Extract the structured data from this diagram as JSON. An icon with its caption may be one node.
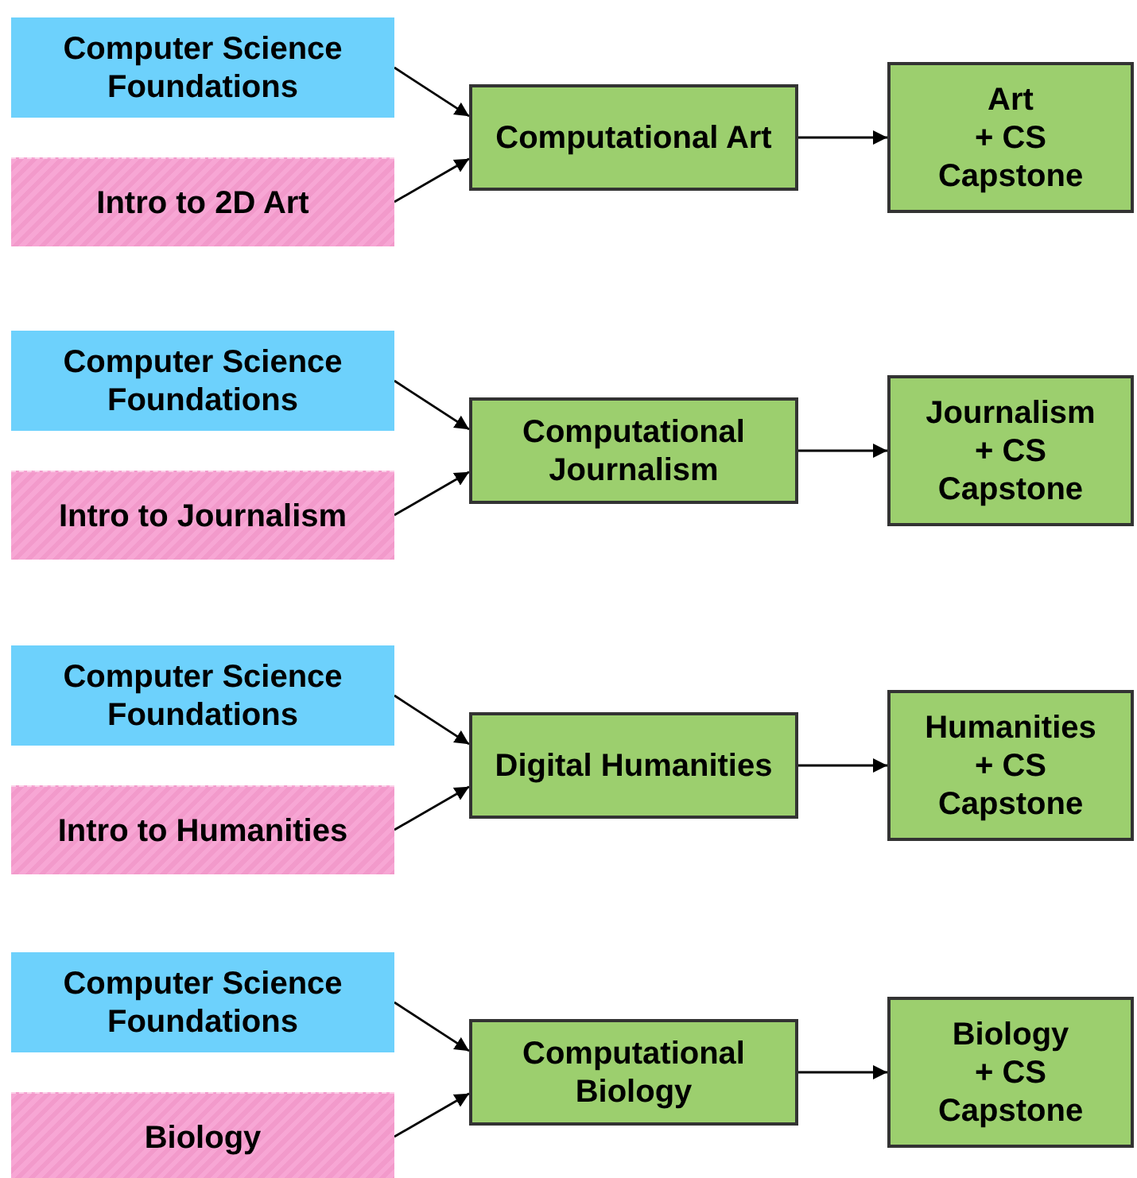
{
  "diagram": {
    "nodes": [
      {
        "text": [
          "Computer Science Foundations"
        ]
      },
      {
        "text": [
          "Intro to 2D Art"
        ]
      },
      {
        "text": [
          "Computational Art"
        ]
      },
      {
        "text": [
          "Art + CS Capstone"
        ]
      },
      {
        "text": [
          "Computer Science Foundations"
        ]
      },
      {
        "text": [
          "Intro to Journalism"
        ]
      },
      {
        "text": [
          "Computational Journalism"
        ]
      },
      {
        "text": [
          "Journalism + CS Capstone"
        ]
      },
      {
        "text": [
          "Computer Science Foundations"
        ]
      },
      {
        "text": [
          "Intro to Humanities"
        ]
      },
      {
        "text": [
          "Digital Humanities"
        ]
      },
      {
        "text": [
          "Humanities + CS Capstone"
        ]
      },
      {
        "text": [
          "Computer Science Foundations"
        ]
      },
      {
        "text": [
          "Biology"
        ]
      },
      {
        "text": [
          "Computational Biology"
        ]
      },
      {
        "text": [
          "Biology + CS Capstone"
        ]
      }
    ],
    "edges": [
      {
        "from": 0,
        "to": 2,
        "arrow": "to"
      },
      {
        "from": 1,
        "to": 2,
        "arrow": "to"
      },
      {
        "from": 2,
        "to": 3,
        "arrow": "to"
      },
      {
        "from": 4,
        "to": 6,
        "arrow": "to"
      },
      {
        "from": 5,
        "to": 6,
        "arrow": "to"
      },
      {
        "from": 6,
        "to": 7,
        "arrow": "to"
      },
      {
        "from": 8,
        "to": 10,
        "arrow": "to"
      },
      {
        "from": 9,
        "to": 10,
        "arrow": "to"
      },
      {
        "from": 10,
        "to": 11,
        "arrow": "to"
      },
      {
        "from": 12,
        "to": 14,
        "arrow": "to"
      },
      {
        "from": 13,
        "to": 14,
        "arrow": "to"
      },
      {
        "from": 14,
        "to": 15,
        "arrow": "to"
      }
    ]
  }
}
